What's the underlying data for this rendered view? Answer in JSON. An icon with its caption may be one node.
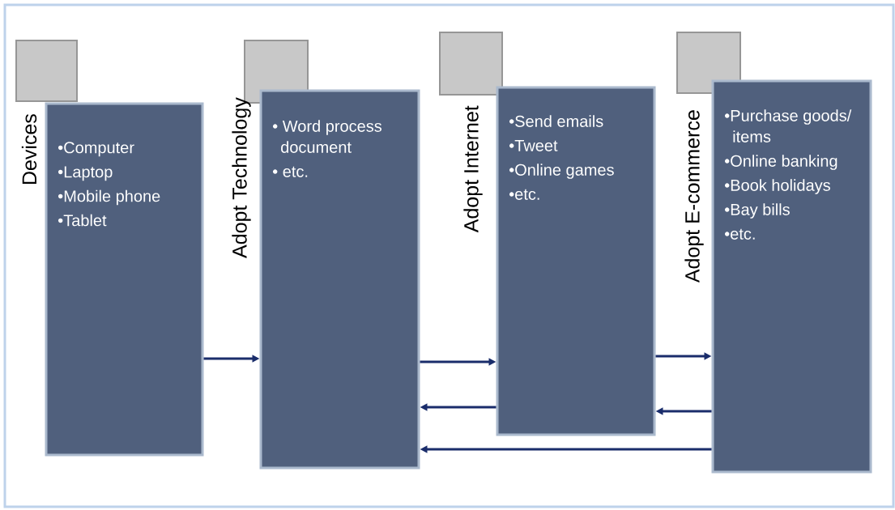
{
  "diagram": {
    "nodes": [
      {
        "text": [],
        "shape": "box"
      },
      {
        "text": [
          "Devices",
          "•Computer",
          "•Laptop",
          "•Mobile phone",
          "•Tablet"
        ]
      },
      {
        "text": [],
        "shape": "box"
      },
      {
        "text": [
          "Adopt Technology",
          "• Word process document",
          "• etc."
        ]
      },
      {
        "text": [],
        "shape": "box"
      },
      {
        "text": [
          "Adopt Internet",
          "•Send emails",
          "•Tweet",
          "•Online games",
          "•etc."
        ]
      },
      {
        "text": [],
        "shape": "box"
      },
      {
        "text": [
          "Adopt E-commerce",
          "•Purchase goods/ items",
          "•Online banking",
          "•Book holidays",
          "•Bay bills",
          "•etc."
        ]
      }
    ],
    "edges": [
      {
        "from": 1,
        "to": 3,
        "arrow": "to"
      },
      {
        "from": 3,
        "to": 5,
        "arrow": "to"
      },
      {
        "from": 5,
        "to": 7,
        "arrow": "to"
      },
      {
        "from": 5,
        "to": 3,
        "arrow": "to"
      },
      {
        "from": 7,
        "to": 5,
        "arrow": "to"
      },
      {
        "from": 7,
        "to": 3,
        "arrow": "to"
      }
    ]
  }
}
